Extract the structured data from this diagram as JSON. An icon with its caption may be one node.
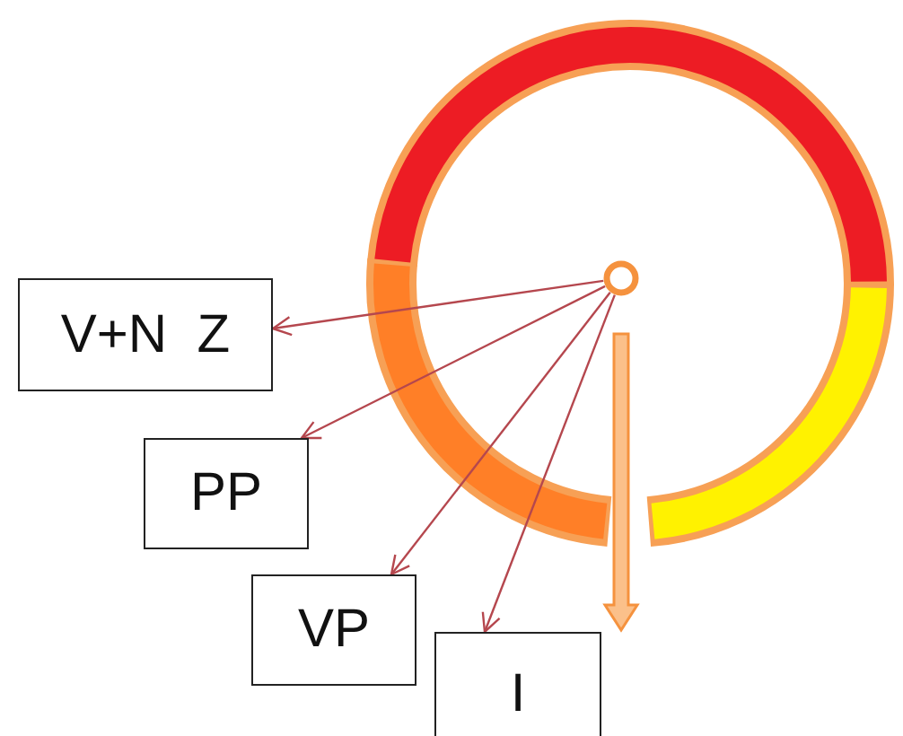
{
  "diagram": {
    "nodes": [
      {
        "text": [],
        "shape": "circle"
      },
      {
        "text": [
          "V+N  Z"
        ]
      },
      {
        "text": [
          "PP"
        ]
      },
      {
        "text": [
          "VP"
        ]
      },
      {
        "text": [
          "I"
        ]
      }
    ],
    "edges": [
      {
        "from": 0,
        "to": 1,
        "arrow": "to"
      },
      {
        "from": 0,
        "to": 2,
        "arrow": "to"
      },
      {
        "from": 0,
        "to": 3,
        "arrow": "to"
      },
      {
        "from": 0,
        "to": 4,
        "arrow": "to"
      }
    ]
  }
}
